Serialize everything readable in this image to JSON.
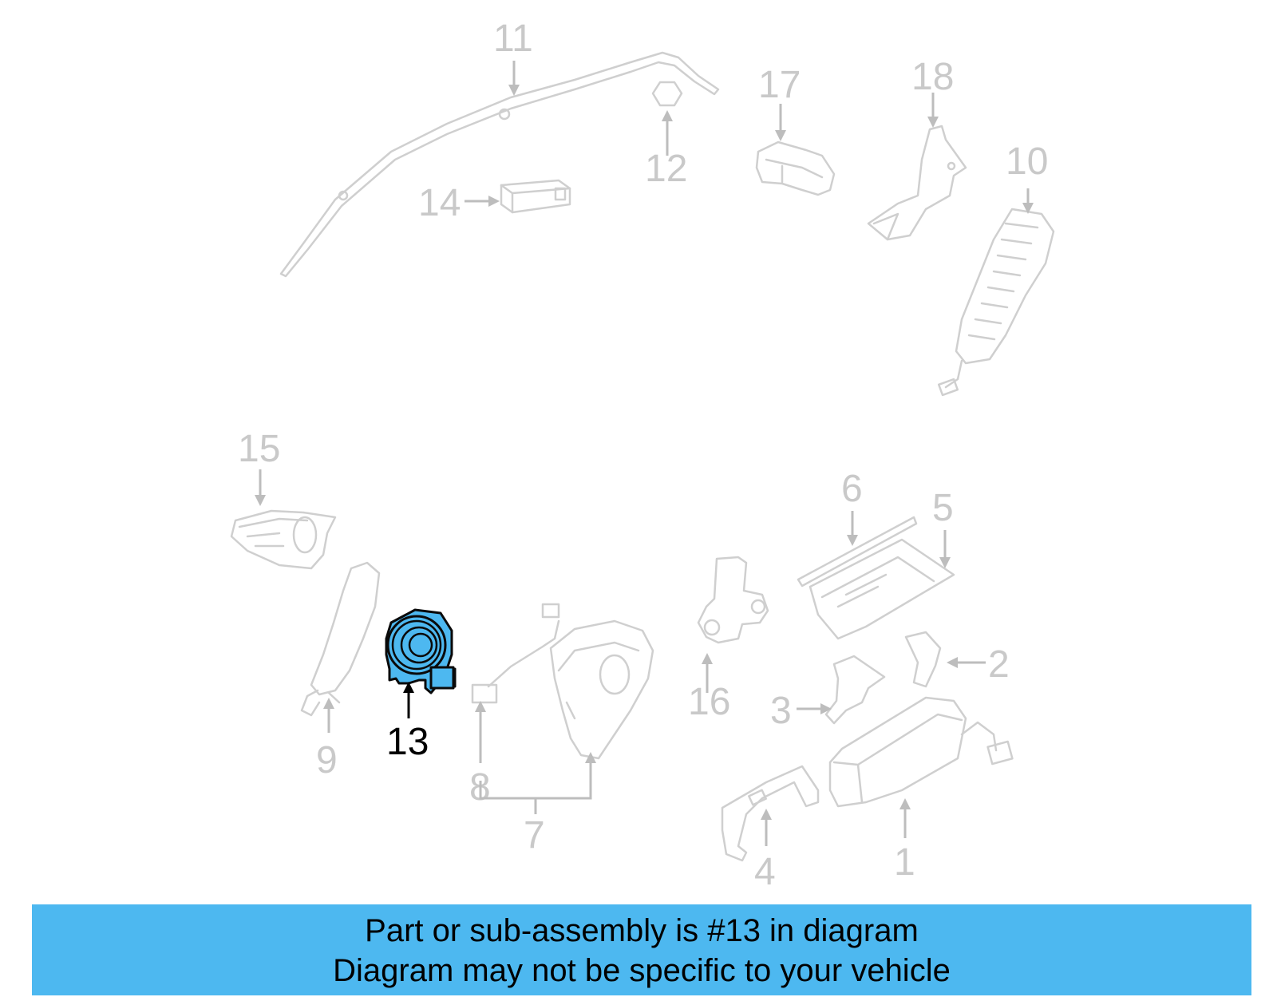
{
  "callouts": {
    "c1": "1",
    "c2": "2",
    "c3": "3",
    "c4": "4",
    "c5": "5",
    "c6": "6",
    "c7": "7",
    "c8": "8",
    "c9": "9",
    "c10": "10",
    "c11": "11",
    "c12": "12",
    "c13": "13",
    "c14": "14",
    "c15": "15",
    "c16": "16",
    "c17": "17",
    "c18": "18"
  },
  "highlight_color": "#4db8f0",
  "banner": {
    "line1": "Part or sub-assembly is #13 in diagram",
    "line2": "Diagram may not be specific to your vehicle"
  }
}
